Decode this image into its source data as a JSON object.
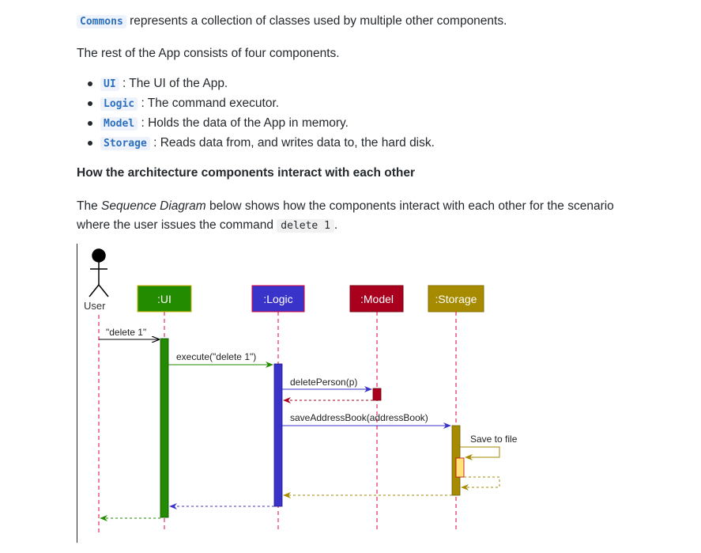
{
  "intro": {
    "commons_code": "Commons",
    "commons_text": " represents a collection of classes used by multiple other components.",
    "rest_text": "The rest of the App consists of four components."
  },
  "components": [
    {
      "code": "UI",
      "desc": ": The UI of the App."
    },
    {
      "code": "Logic",
      "desc": ": The command executor."
    },
    {
      "code": "Model",
      "desc": ": Holds the data of the App in memory."
    },
    {
      "code": "Storage",
      "desc": ": Reads data from, and writes data to, the hard disk."
    }
  ],
  "section_heading": "How the architecture components interact with each other",
  "sequence_paragraph": {
    "before": "The ",
    "emphasis": "Sequence Diagram",
    "middle": " below shows how the components interact with each other for the scenario where the user issues the command ",
    "command": "delete 1",
    "after": "."
  },
  "diagram": {
    "actor_label": "User",
    "participants": [
      {
        "label": ":UI",
        "color": "#228b00"
      },
      {
        "label": ":Logic",
        "color": "#3a33c9"
      },
      {
        "label": ":Model",
        "color": "#a8001d"
      },
      {
        "label": ":Storage",
        "color": "#a68a00"
      }
    ],
    "messages": {
      "m1": "\"delete 1\"",
      "m2": "execute(\"delete 1\")",
      "m3": "deletePerson(p)",
      "m4": "saveAddressBook(addressBook)",
      "m5": "Save to file"
    },
    "lifeline_color": "#e0003a"
  }
}
